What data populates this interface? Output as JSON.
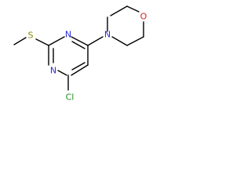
{
  "molecule": {
    "atoms": {
      "n1": {
        "symbol": "N",
        "color": "#2b2bd6"
      },
      "n3": {
        "symbol": "N",
        "color": "#2b2bd6"
      },
      "s": {
        "symbol": "S",
        "color": "#8a8a00"
      },
      "cl": {
        "symbol": "Cl",
        "color": "#1f8f1f"
      },
      "n_morph": {
        "symbol": "N",
        "color": "#2b2bd6"
      },
      "o_morph": {
        "symbol": "O",
        "color": "#e01a1a"
      }
    },
    "bond_color": "#000000"
  }
}
